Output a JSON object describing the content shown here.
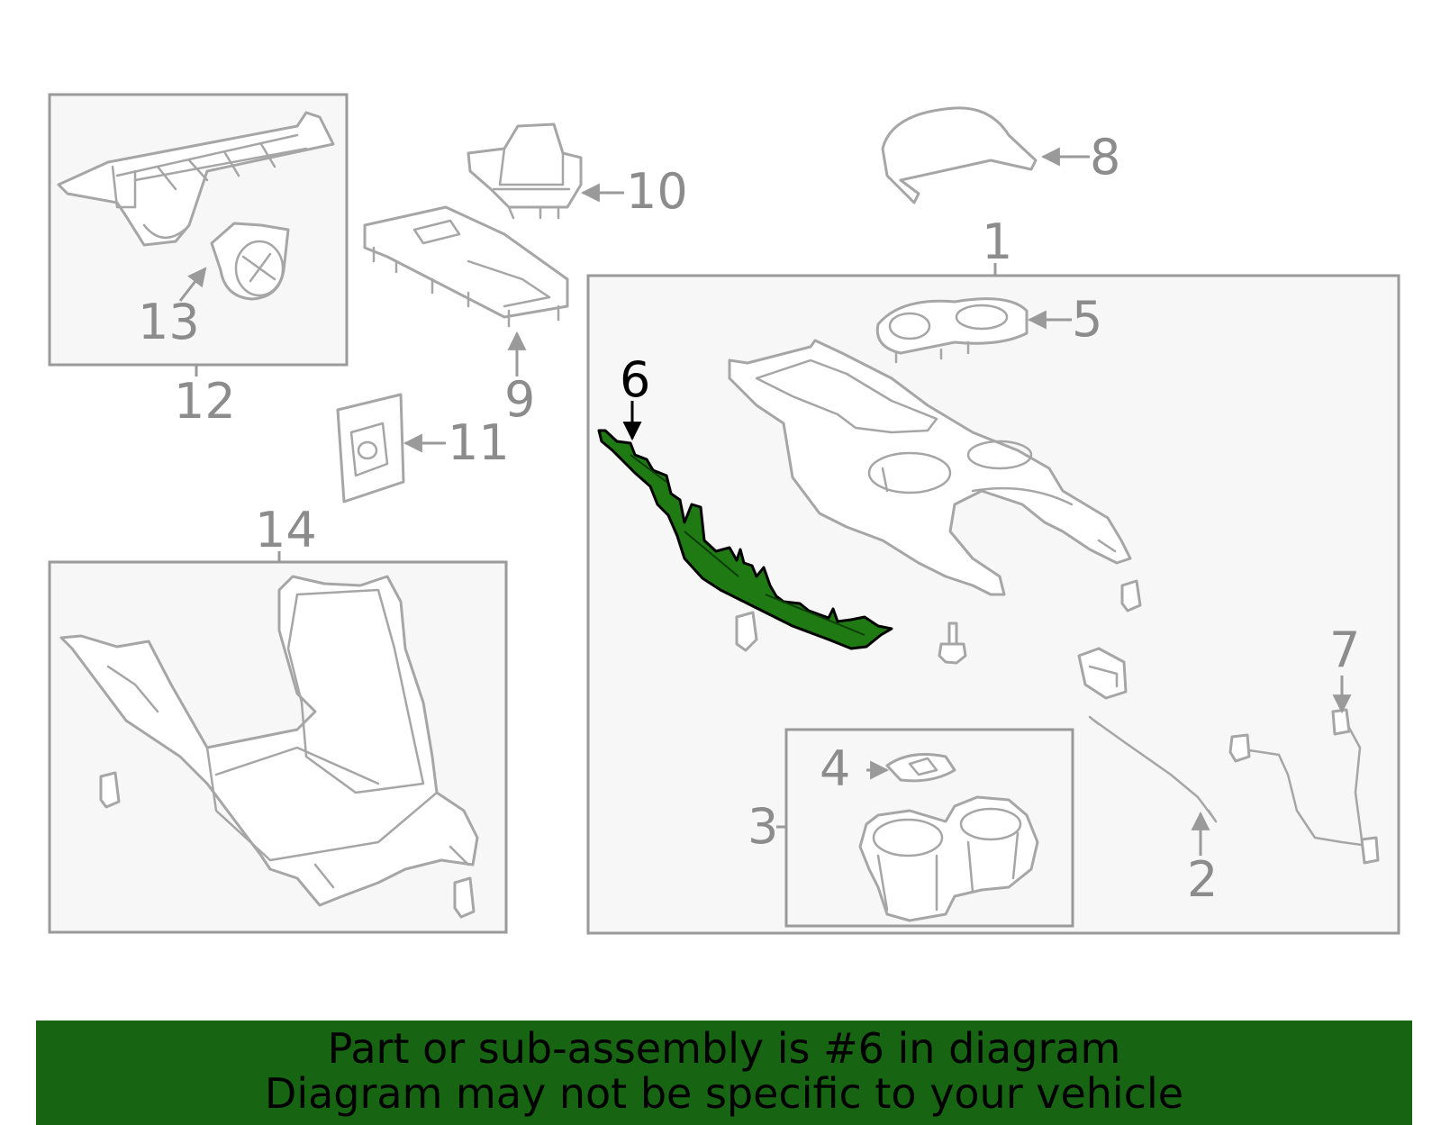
{
  "diagram": {
    "highlight_color": "#1f7a13",
    "callouts": {
      "c1": "1",
      "c2": "2",
      "c3": "3",
      "c4": "4",
      "c5": "5",
      "c6": "6",
      "c7": "7",
      "c8": "8",
      "c9": "9",
      "c10": "10",
      "c11": "11",
      "c12": "12",
      "c13": "13",
      "c14": "14"
    },
    "highlighted_part": "6"
  },
  "banner": {
    "line1": "Part or sub-assembly is #6 in diagram",
    "line2": "Diagram may not be specific to your vehicle",
    "background": "#176412"
  }
}
